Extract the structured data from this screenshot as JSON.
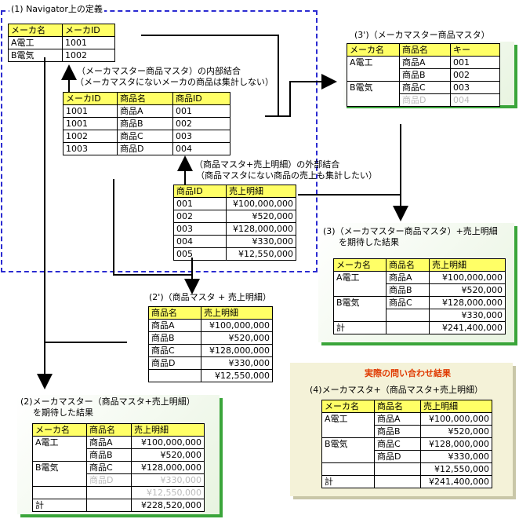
{
  "sec1": {
    "title": "(1) Navigator上の定義",
    "join_inner_1": "（メーカマスター商品マスタ）の内部結合",
    "join_inner_2": "（メーカマスタにないメーカの商品は集計しない）",
    "join_outer_1": "（商品マスタ+売上明細）の外部結合",
    "join_outer_2": "（商品マスタにない商品の売上も集計したい）"
  },
  "maker_table": {
    "headers": [
      "メーカ名",
      "メーカID"
    ],
    "rows": [
      [
        "A電工",
        "1001"
      ],
      [
        "B電気",
        "1002"
      ]
    ]
  },
  "product_table": {
    "headers": [
      "メーカID",
      "商品名",
      "商品ID"
    ],
    "rows": [
      [
        "1001",
        "商品A",
        "001"
      ],
      [
        "1001",
        "商品B",
        "002"
      ],
      [
        "1002",
        "商品C",
        "003"
      ],
      [
        "1003",
        "商品D",
        "004"
      ]
    ]
  },
  "sales_table": {
    "headers": [
      "商品ID",
      "売上明細"
    ],
    "rows": [
      [
        "001",
        "¥100,000,000"
      ],
      [
        "002",
        "¥520,000"
      ],
      [
        "003",
        "¥128,000,000"
      ],
      [
        "004",
        "¥330,000"
      ],
      [
        "005",
        "¥12,550,000"
      ]
    ]
  },
  "sec3p": {
    "title": "(3')（メーカマスター商品マスタ）",
    "headers": [
      "メーカ名",
      "商品名",
      "キー"
    ],
    "rows": [
      [
        "A電工",
        "商品A",
        "001"
      ],
      [
        "",
        "商品B",
        "002"
      ],
      [
        "B電気",
        "商品C",
        "003"
      ],
      [
        "",
        "商品D",
        "004"
      ]
    ]
  },
  "sec3": {
    "title_1": "(3)（メーカマスター商品マスタ）+売上明細",
    "title_2": "を期待した結果",
    "headers": [
      "メーカ名",
      "商品名",
      "売上明細"
    ],
    "rows": [
      [
        "A電工",
        "商品A",
        "¥100,000,000"
      ],
      [
        "",
        "商品B",
        "¥520,000"
      ],
      [
        "B電気",
        "商品C",
        "¥128,000,000"
      ],
      [
        "",
        "",
        "¥330,000"
      ]
    ],
    "total_label": "計",
    "total_value": "¥241,400,000"
  },
  "sec2p": {
    "title": "(2')（商品マスタ + 売上明細）",
    "headers": [
      "商品名",
      "売上明細"
    ],
    "rows": [
      [
        "商品A",
        "¥100,000,000"
      ],
      [
        "商品B",
        "¥520,000"
      ],
      [
        "商品C",
        "¥128,000,000"
      ],
      [
        "商品D",
        "¥330,000"
      ],
      [
        "",
        "¥12,550,000"
      ]
    ]
  },
  "sec2": {
    "title_1": "(2)メーカマスター（商品マスタ+売上明細）",
    "title_2": "を期待した結果",
    "headers": [
      "メーカ名",
      "商品名",
      "売上明細"
    ],
    "rows": [
      [
        "A電工",
        "商品A",
        "¥100,000,000"
      ],
      [
        "",
        "商品B",
        "¥520,000"
      ],
      [
        "B電気",
        "商品C",
        "¥128,000,000"
      ],
      [
        "",
        "商品D",
        "¥330,000"
      ],
      [
        "",
        "",
        "¥12,550,000"
      ]
    ],
    "total_label": "計",
    "total_value": "¥228,520,000"
  },
  "sec4": {
    "heading": "実際の問い合わせ結果",
    "title": "(4)メーカマスタ+（商品マスタ+売上明細）",
    "headers": [
      "メーカ名",
      "商品名",
      "売上明細"
    ],
    "rows": [
      [
        "A電工",
        "商品A",
        "¥100,000,000"
      ],
      [
        "",
        "商品B",
        "¥520,000"
      ],
      [
        "B電気",
        "商品C",
        "¥128,000,000"
      ],
      [
        "",
        "商品D",
        "¥330,000"
      ],
      [
        "",
        "",
        "¥12,550,000"
      ]
    ],
    "total_label": "計",
    "total_value": "¥241,400,000"
  }
}
